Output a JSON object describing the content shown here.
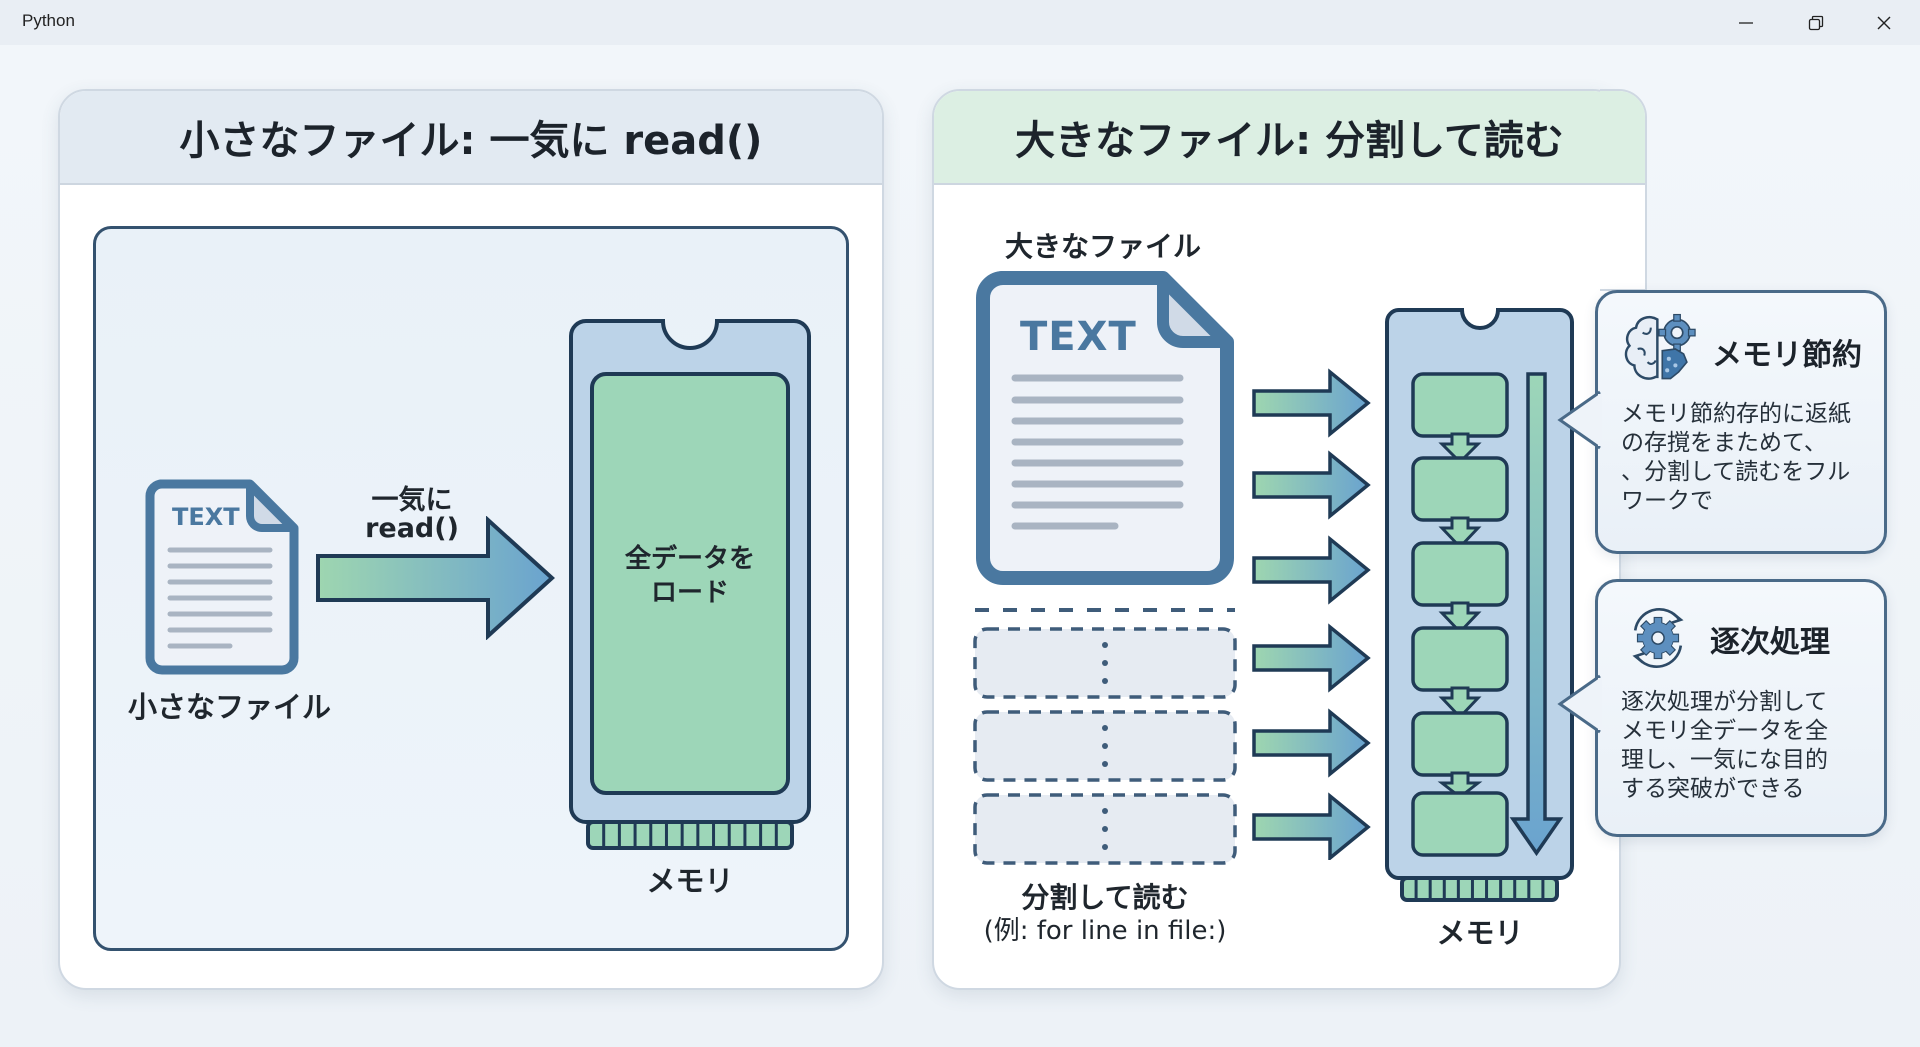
{
  "window": {
    "title": "Python",
    "controls": {
      "minimize": "minimize",
      "restore": "restore",
      "close": "close"
    }
  },
  "left_panel": {
    "title": "小さなファイル: 一気に read()",
    "header_color": "#e2eaf2",
    "file_icon_text": "TEXT",
    "file_label": "小さなファイル",
    "arrow_label_line1": "一気に",
    "arrow_label_line2": "read()",
    "memory_content_line1": "全データを",
    "memory_content_line2": "ロード",
    "memory_label": "メモリ"
  },
  "right_panel": {
    "title": "大きなファイル: 分割して読む",
    "header_color": "#dcefe3",
    "file_label": "大きなファイル",
    "file_icon_text": "TEXT",
    "chunk_label": "分割して読む",
    "chunk_example": "(例: for line in file:)",
    "memory_label": "メモリ",
    "chunk_count": 6
  },
  "info_boxes": [
    {
      "icon": "brain-gear-icon",
      "title": "メモリ節約",
      "body": [
        "メモリ節約存的に返紙",
        "の存撹をまためて、",
        "、分割して読むをフル",
        "ワークで"
      ]
    },
    {
      "icon": "cycle-gear-icon",
      "title": "逐次処理",
      "body": [
        "逐次処理が分割して",
        "メモリ全データを全",
        "理し、一気にな目的",
        "する突破ができる"
      ]
    }
  ],
  "colors": {
    "accent_blue": "#4a78a0",
    "dark_stroke": "#1f3a55",
    "memory_green": "#9dd6b8",
    "memory_blue": "#bcd3e8",
    "arrow_start": "#9ed6b0",
    "arrow_end": "#6aa3cf"
  }
}
